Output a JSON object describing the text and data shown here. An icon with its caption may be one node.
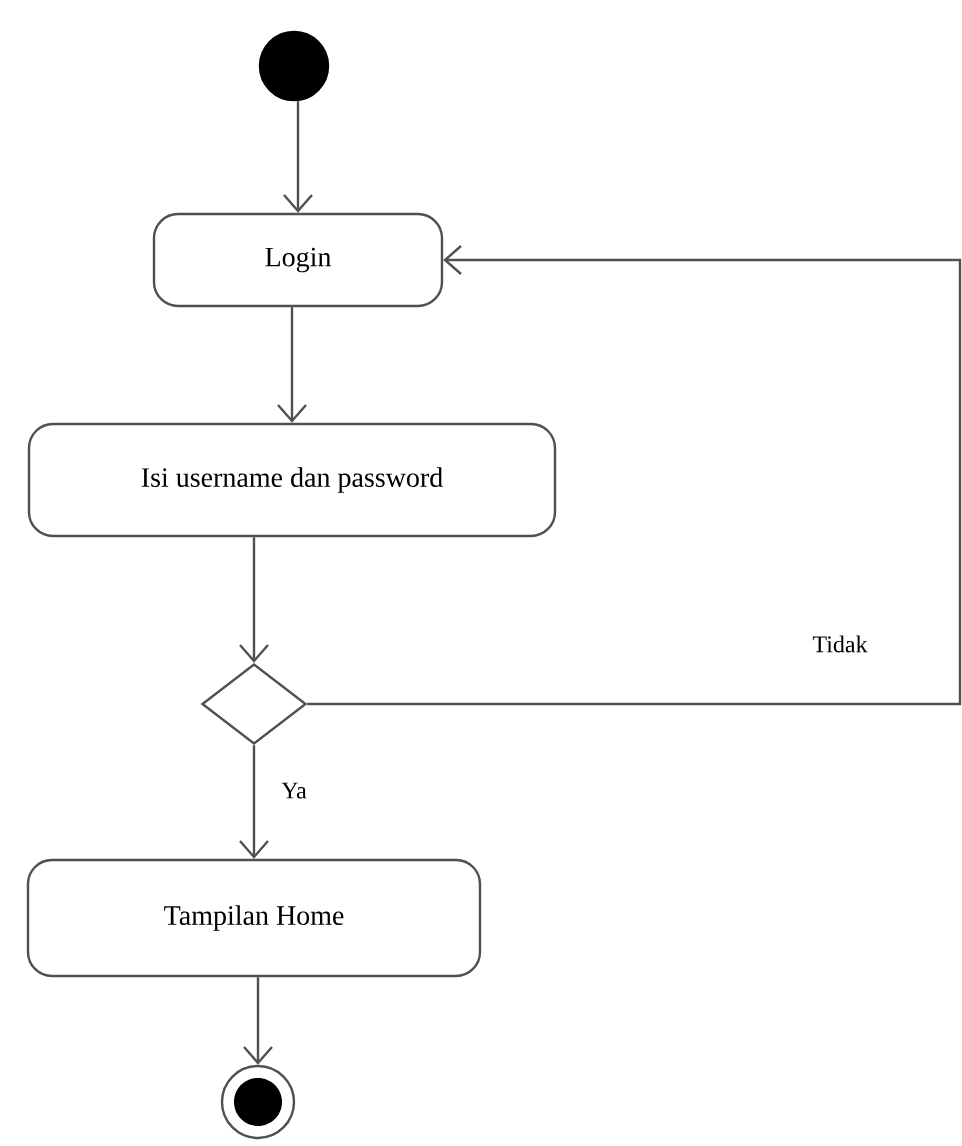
{
  "diagram": {
    "nodes": [
      {
        "text": [],
        "shape": "circle"
      },
      {
        "text": [
          "Login"
        ]
      },
      {
        "text": [
          "Isi username dan password"
        ]
      },
      {
        "text": [],
        "shape": "diamond"
      },
      {
        "text": [
          "Tampilan Home"
        ]
      },
      {
        "text": [],
        "shape": "circle"
      }
    ],
    "edges": [
      {
        "from": 0,
        "to": 1,
        "arrow": "to"
      },
      {
        "from": 1,
        "to": 2,
        "arrow": "to"
      },
      {
        "from": 2,
        "to": 3,
        "arrow": "to"
      },
      {
        "from": 3,
        "to": 4,
        "arrow": "to",
        "label": "Ya"
      },
      {
        "from": 3,
        "to": 1,
        "arrow": "to",
        "label": "Tidak"
      },
      {
        "from": 4,
        "to": 5,
        "arrow": "to"
      }
    ]
  }
}
